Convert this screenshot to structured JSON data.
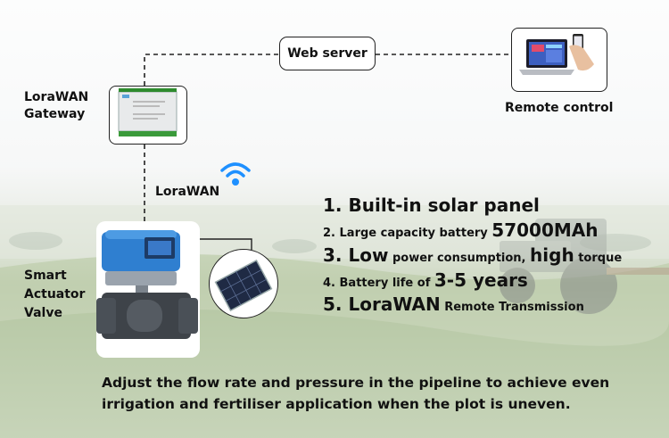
{
  "nodes": {
    "web_server": "Web server",
    "gateway": "LoraWAN\nGateway",
    "remote_control": "Remote control",
    "lorawan": "LoraWAN",
    "valve": "Smart\nActuator\nValve"
  },
  "features": [
    {
      "parts": [
        {
          "t": "1. Built-in solar panel",
          "s": "big"
        }
      ]
    },
    {
      "parts": [
        {
          "t": "2. Large capacity battery ",
          "s": "sm"
        },
        {
          "t": "57000MAh",
          "s": "big"
        }
      ]
    },
    {
      "parts": [
        {
          "t": "3. Low",
          "s": "big"
        },
        {
          "t": " power consumption, ",
          "s": "sm"
        },
        {
          "t": "high",
          "s": "big"
        },
        {
          "t": " torque",
          "s": "sm"
        }
      ]
    },
    {
      "parts": [
        {
          "t": "4. Battery life of ",
          "s": "sm"
        },
        {
          "t": "3-5 years",
          "s": "big"
        }
      ]
    },
    {
      "parts": [
        {
          "t": "5. LoraWAN",
          "s": "big"
        },
        {
          "t": " Remote Transmission",
          "s": "sm"
        }
      ]
    }
  ],
  "bottom_text": "Adjust the flow rate and pressure in the pipeline to achieve even irrigation and fertiliser application when the plot is uneven.",
  "colors": {
    "valve_blue": "#2f7fd0",
    "wifi_blue": "#1e90ff",
    "text": "#111111"
  }
}
